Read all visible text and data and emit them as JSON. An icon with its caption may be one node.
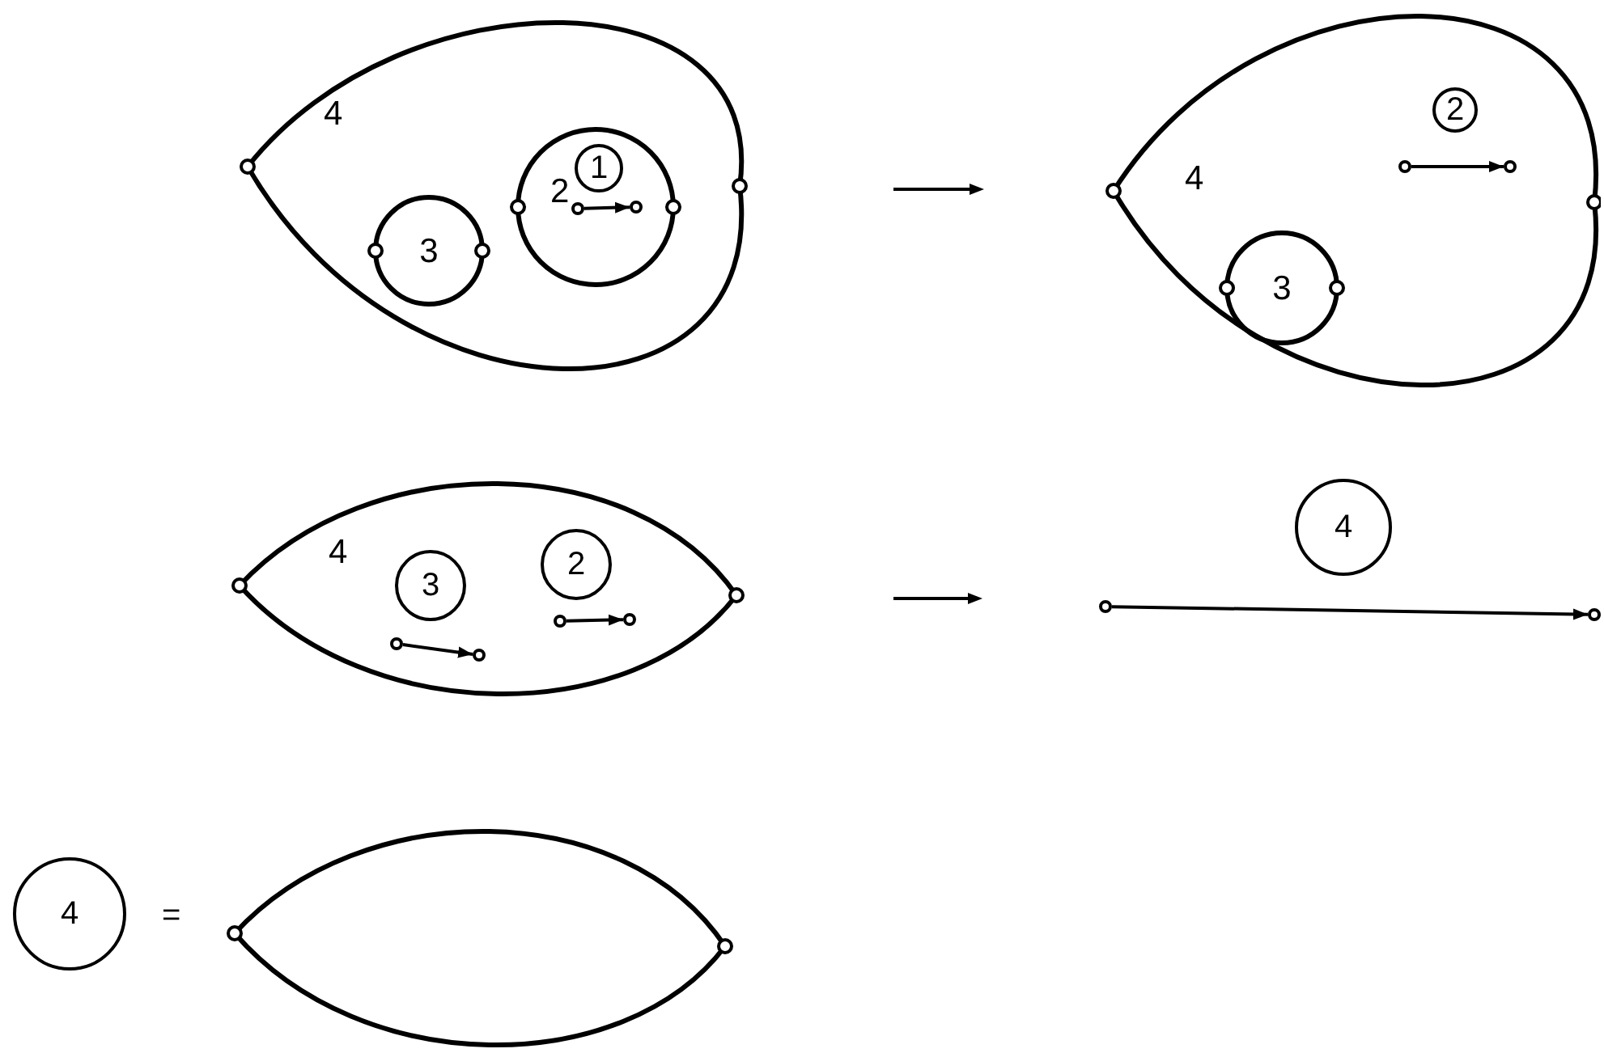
{
  "diagram": {
    "nodes": [
      {
        "text": [
          "4"
        ]
      },
      {
        "text": [
          "2"
        ],
        "in": 0
      },
      {
        "text": [
          "1"
        ],
        "in": 1
      },
      {
        "text": [],
        "shape": "circle",
        "in": 1
      },
      {
        "text": [],
        "shape": "circle",
        "in": 1
      },
      {
        "text": [
          "3"
        ],
        "in": 0
      },
      {
        "text": [
          "4"
        ]
      },
      {
        "text": [
          "2"
        ],
        "in": 6
      },
      {
        "text": [],
        "shape": "circle",
        "in": 6
      },
      {
        "text": [],
        "shape": "circle",
        "in": 6
      },
      {
        "text": [
          "3"
        ],
        "in": 6
      },
      {
        "text": [
          "4"
        ]
      },
      {
        "text": [
          "3"
        ],
        "in": 11
      },
      {
        "text": [],
        "shape": "circle",
        "in": 11
      },
      {
        "text": [],
        "shape": "circle",
        "in": 11
      },
      {
        "text": [
          "2"
        ],
        "in": 11
      },
      {
        "text": [],
        "shape": "circle",
        "in": 11
      },
      {
        "text": [],
        "shape": "circle",
        "in": 11
      },
      {
        "text": [
          "4"
        ]
      },
      {
        "text": [],
        "shape": "circle"
      },
      {
        "text": [],
        "shape": "circle"
      },
      {
        "text": [
          "4"
        ]
      },
      {
        "text": [],
        "shape": "lens"
      }
    ],
    "edges": [
      {
        "from": 3,
        "to": 4,
        "arrow": "to"
      },
      {
        "from": 8,
        "to": 9,
        "arrow": "to"
      },
      {
        "from": 13,
        "to": 14,
        "arrow": "to"
      },
      {
        "from": 16,
        "to": 17,
        "arrow": "to"
      },
      {
        "from": 19,
        "to": 20,
        "arrow": "to"
      }
    ],
    "labels": [
      "="
    ]
  }
}
